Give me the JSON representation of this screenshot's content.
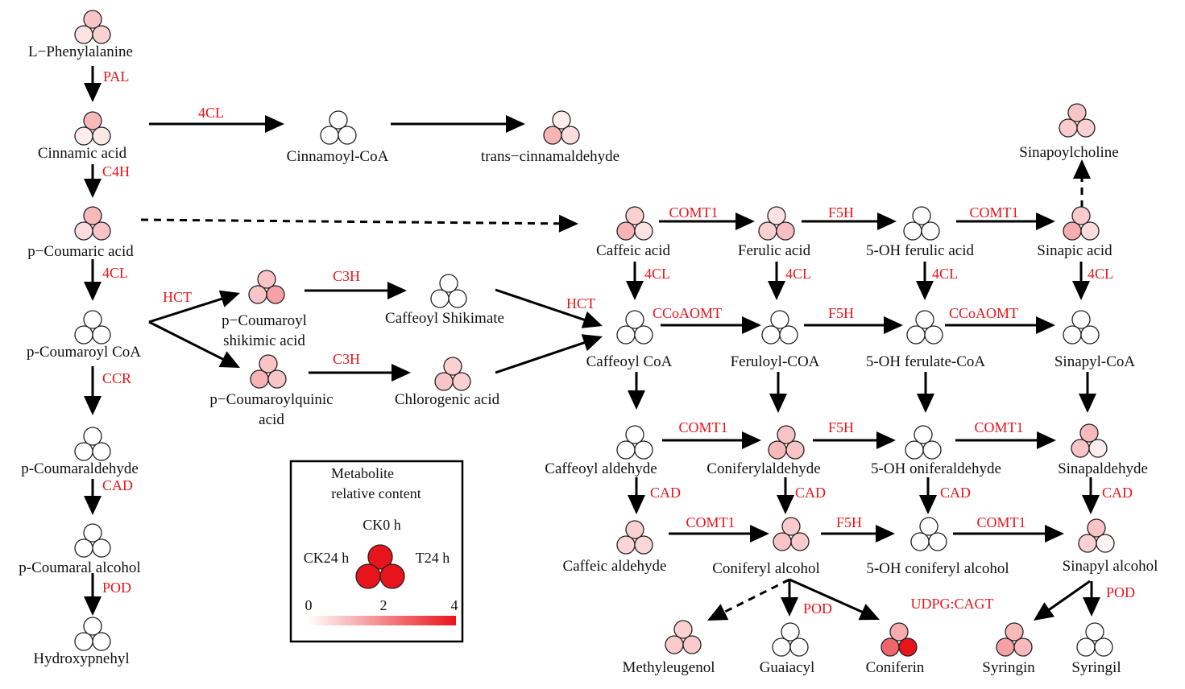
{
  "title": "",
  "colors": {
    "enzyme": "#e8141b",
    "max": "#e8141b",
    "min": "#ffffff",
    "arrow": "#000000"
  },
  "legend": {
    "title_line1": "Metabolite",
    "title_line2": "relative content",
    "ck0_label": "CK0 h",
    "ck24_label": "CK24 h",
    "t24_label": "T24 h",
    "scale_min": "0",
    "scale_mid": "2",
    "scale_max": "4",
    "scale_range": [
      0,
      4
    ]
  },
  "metabolites": [
    {
      "id": "l-phe",
      "name": "L−Phenylalanine",
      "values": {
        "ck0": 1.0,
        "ck24": 0.5,
        "t24": 0.8
      }
    },
    {
      "id": "cinnamic",
      "name": "Cinnamic acid",
      "values": {
        "ck0": 1.2,
        "ck24": 0.3,
        "t24": 0.4
      }
    },
    {
      "id": "cinnamoyl-coa",
      "name": "Cinnamoyl-CoA",
      "values": {
        "ck0": 0,
        "ck24": 0,
        "t24": 0
      }
    },
    {
      "id": "trans-cinnamaldehyde",
      "name": "trans−cinnamaldehyde",
      "values": {
        "ck0": 0.3,
        "ck24": 1.3,
        "t24": 0.6
      }
    },
    {
      "id": "p-coumaric",
      "name": "p−Coumaric acid",
      "values": {
        "ck0": 1.2,
        "ck24": 0.6,
        "t24": 1.0
      }
    },
    {
      "id": "p-coumaroyl-coa",
      "name": "p-Coumaroyl CoA",
      "values": {
        "ck0": 0,
        "ck24": 0,
        "t24": 0
      }
    },
    {
      "id": "p-coumaraldehyde",
      "name": "p-Coumaraldehyde",
      "values": {
        "ck0": 0,
        "ck24": 0,
        "t24": 0
      }
    },
    {
      "id": "p-coumaral-alcohol",
      "name": "p-Coumaral alcohol",
      "values": {
        "ck0": 0,
        "ck24": 0,
        "t24": 0
      }
    },
    {
      "id": "hydroxyphenyl",
      "name": "Hydroxypnehyl",
      "values": {
        "ck0": 0,
        "ck24": 0,
        "t24": 0
      }
    },
    {
      "id": "p-coumaroyl-shikimic",
      "name_line1": "p−Coumaroyl",
      "name_line2": "shikimic acid",
      "values": {
        "ck0": 1.0,
        "ck24": 1.0,
        "t24": 1.6
      }
    },
    {
      "id": "p-coumaroylquinic",
      "name_line1": "p−Coumaroylquinic",
      "name_line2": "acid",
      "values": {
        "ck0": 1.0,
        "ck24": 1.3,
        "t24": 1.0
      }
    },
    {
      "id": "caffeoyl-shikimate",
      "name": "Caffeoyl Shikimate",
      "values": {
        "ck0": 0,
        "ck24": 0,
        "t24": 0
      }
    },
    {
      "id": "chlorogenic",
      "name": "Chlorogenic acid",
      "values": {
        "ck0": 0.8,
        "ck24": 1.0,
        "t24": 0.8
      }
    },
    {
      "id": "caffeic",
      "name": "Caffeic acid",
      "values": {
        "ck0": 0.8,
        "ck24": 1.3,
        "t24": 0.5
      }
    },
    {
      "id": "ferulic",
      "name": "Ferulic acid",
      "values": {
        "ck0": 0.5,
        "ck24": 0.8,
        "t24": 1.1
      }
    },
    {
      "id": "5oh-ferulic",
      "name": "5-OH ferulic acid",
      "values": {
        "ck0": 0,
        "ck24": 0,
        "t24": 0
      }
    },
    {
      "id": "sinapic",
      "name": "Sinapic acid",
      "values": {
        "ck0": 0.9,
        "ck24": 1.4,
        "t24": 0.6
      }
    },
    {
      "id": "sinapoylcholine",
      "name": "Sinapoylcholine",
      "values": {
        "ck0": 1.0,
        "ck24": 0.9,
        "t24": 0.8
      }
    },
    {
      "id": "caffeoyl-coa",
      "name": "Caffeoyl CoA",
      "values": {
        "ck0": 0,
        "ck24": 0,
        "t24": 0
      }
    },
    {
      "id": "feruloyl-coa",
      "name": "Feruloyl-COA",
      "values": {
        "ck0": 0,
        "ck24": 0,
        "t24": 0
      }
    },
    {
      "id": "5oh-ferulate-coa",
      "name": "5-OH ferulate-CoA",
      "values": {
        "ck0": 0,
        "ck24": 0,
        "t24": 0
      }
    },
    {
      "id": "sinapyl-coa",
      "name": "Sinapyl-CoA",
      "values": {
        "ck0": 0,
        "ck24": 0,
        "t24": 0
      }
    },
    {
      "id": "caffeoyl-aldehyde",
      "name": "Caffeoyl aldehyde",
      "values": {
        "ck0": 0,
        "ck24": 0,
        "t24": 0
      }
    },
    {
      "id": "coniferylaldehyde",
      "name": "Coniferylaldehyde",
      "values": {
        "ck0": 1.0,
        "ck24": 1.2,
        "t24": 1.0
      }
    },
    {
      "id": "5oh-coniferaldehyde",
      "name": "5-OH oniferaldehyde",
      "values": {
        "ck0": 0,
        "ck24": 0,
        "t24": 0
      }
    },
    {
      "id": "sinapaldehyde",
      "name": "Sinapaldehyde",
      "values": {
        "ck0": 1.2,
        "ck24": 1.0,
        "t24": 0.3
      }
    },
    {
      "id": "caffeic-aldehyde",
      "name": "Caffeic aldehyde",
      "values": {
        "ck0": 0.8,
        "ck24": 0.7,
        "t24": 0.7
      }
    },
    {
      "id": "coniferyl-alcohol",
      "name": "Coniferyl alcohol",
      "values": {
        "ck0": 0.9,
        "ck24": 1.0,
        "t24": 0.9
      }
    },
    {
      "id": "5oh-coniferyl-alcohol",
      "name": "5-OH coniferyl alcohol",
      "values": {
        "ck0": 0,
        "ck24": 0,
        "t24": 0
      }
    },
    {
      "id": "sinapyl-alcohol",
      "name": "Sinapyl alcohol",
      "values": {
        "ck0": 1.0,
        "ck24": 0.8,
        "t24": 0.2
      }
    },
    {
      "id": "methyleugenol",
      "name": "Methyleugenol",
      "values": {
        "ck0": 0.8,
        "ck24": 0.9,
        "t24": 0.9
      }
    },
    {
      "id": "guaiacyl",
      "name": "Guaiacyl",
      "values": {
        "ck0": 0,
        "ck24": 0,
        "t24": 0
      }
    },
    {
      "id": "coniferin",
      "name": "Coniferin",
      "values": {
        "ck0": 1.4,
        "ck24": 2.6,
        "t24": 4.0
      }
    },
    {
      "id": "syringin",
      "name": "Syringin",
      "values": {
        "ck0": 1.2,
        "ck24": 1.6,
        "t24": 1.2
      }
    },
    {
      "id": "syringil",
      "name": "Syringil",
      "values": {
        "ck0": 0,
        "ck24": 0,
        "t24": 0
      }
    }
  ],
  "enzymes": [
    {
      "id": "pal",
      "label": "PAL"
    },
    {
      "id": "4cl-top",
      "label": "4CL"
    },
    {
      "id": "c4h",
      "label": "C4H"
    },
    {
      "id": "4cl-left",
      "label": "4CL"
    },
    {
      "id": "hct-1",
      "label": "HCT"
    },
    {
      "id": "c3h-1",
      "label": "C3H"
    },
    {
      "id": "c3h-2",
      "label": "C3H"
    },
    {
      "id": "hct-2",
      "label": "HCT"
    },
    {
      "id": "ccr",
      "label": "CCR"
    },
    {
      "id": "cad-left",
      "label": "CAD"
    },
    {
      "id": "pod-left",
      "label": "POD"
    },
    {
      "id": "comt1-1",
      "label": "COMT1"
    },
    {
      "id": "f5h-1",
      "label": "F5H"
    },
    {
      "id": "comt1-2",
      "label": "COMT1"
    },
    {
      "id": "4cl-c1",
      "label": "4CL"
    },
    {
      "id": "4cl-c2",
      "label": "4CL"
    },
    {
      "id": "4cl-c3",
      "label": "4CL"
    },
    {
      "id": "4cl-c4",
      "label": "4CL"
    },
    {
      "id": "ccoaomt-1",
      "label": "CCoAOMT"
    },
    {
      "id": "f5h-2",
      "label": "F5H"
    },
    {
      "id": "ccoaomt-2",
      "label": "CCoAOMT"
    },
    {
      "id": "comt1-3",
      "label": "COMT1"
    },
    {
      "id": "f5h-3",
      "label": "F5H"
    },
    {
      "id": "comt1-4",
      "label": "COMT1"
    },
    {
      "id": "cad-1",
      "label": "CAD"
    },
    {
      "id": "cad-2",
      "label": "CAD"
    },
    {
      "id": "cad-3",
      "label": "CAD"
    },
    {
      "id": "cad-4",
      "label": "CAD"
    },
    {
      "id": "comt1-5",
      "label": "COMT1"
    },
    {
      "id": "f5h-4",
      "label": "F5H"
    },
    {
      "id": "comt1-6",
      "label": "COMT1"
    },
    {
      "id": "pod-right",
      "label": "POD"
    },
    {
      "id": "udpg",
      "label": "UDPG:CAGT"
    },
    {
      "id": "pod-far",
      "label": "POD"
    }
  ]
}
